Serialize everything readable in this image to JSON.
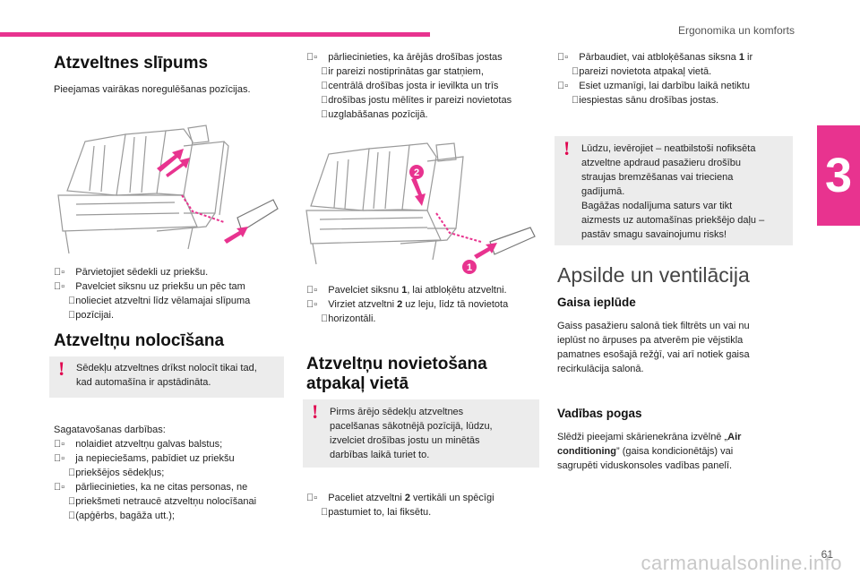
{
  "header": {
    "section_title": "Ergonomika un komforts",
    "chapter": "3",
    "page_number": "61"
  },
  "watermark": "carmanualsonline.info",
  "col1": {
    "title1": "Atzveltnes slīpums",
    "intro": "Pieejamas vairākas noregulēšanas pozīcijas.",
    "bullets1": [
      "Pārvietojiet sēdekli uz priekšu.",
      "Pavelciet siksnu uz priekšu un pēc tam",
      "nolieciet atzveltni līdz vēlamajai slīpuma",
      "pozīcijai."
    ],
    "title2": "Atzveltņu nolocīšana",
    "warning": [
      "Sēdekļu atzveltnes drīkst nolocīt tikai tad,",
      "kad automašīna ir apstādināta."
    ],
    "prep_label": "Sagatavošanas darbības:",
    "prep": [
      "nolaidiet atzveltņu galvas balstus;",
      "ja nepieciešams, pabīdiet uz priekšu",
      "priekšējos sēdekļus;",
      "pārliecinieties, ka ne citas personas, ne",
      "priekšmeti netraucē atzveltņu nolocīšanai",
      "(apģērbs, bagāža utt.);"
    ]
  },
  "col2": {
    "top_bullet": [
      "pārliecinieties, ka ārējās drošības jostas",
      "ir pareizi nostiprinātas gar statņiem,",
      "centrālā drošības josta ir ievilkta un trīs",
      "drošības jostu mēlītes ir pareizi novietotas",
      "uzglabāšanas pozīcijā."
    ],
    "callout_1": "1",
    "callout_2": "2",
    "bullets": [
      [
        "Pavelciet siksnu ",
        "1",
        ", lai atbloķētu atzveltni."
      ],
      [
        "Virziet atzveltni ",
        "2",
        " uz leju, līdz tā novietota"
      ]
    ],
    "bullet2_cont": "horizontāli.",
    "title": [
      "Atzveltņu novietošana",
      "atpakaļ vietā"
    ],
    "warning": [
      "Pirms ārējo sēdekļu atzveltnes",
      "pacelšanas sākotnējā pozīcijā, lūdzu,",
      "izvelciet drošības jostu un minētās",
      "darbības laikā turiet to."
    ],
    "last_bullet": [
      "Paceliet atzveltni ",
      "2",
      " vertikāli un spēcīgi"
    ],
    "last_bullet_cont": "pastumiet to, lai fiksētu."
  },
  "col3": {
    "b1": [
      "Pārbaudiet, vai atbloķēšanas siksna ",
      "1",
      " ir"
    ],
    "b1_cont": "pareizi novietota atpakaļ vietā.",
    "b2": "Esiet uzmanīgi, lai darbību laikā netiktu",
    "b2_cont": "iespiestas sānu drošības jostas.",
    "warning": [
      "Lūdzu, ievērojiet – neatbilstoši nofiksēta",
      "atzveltne apdraud pasažieru drošību",
      "straujas bremzēšanas vai trieciena",
      "gadījumā.",
      "Bagāžas nodalījuma saturs var tikt",
      "aizmests uz automašīnas priekšējo daļu –",
      "pastāv smagu savainojumu risks!"
    ],
    "title": "Apsilde un ventilācija",
    "sub1": "Gaisa ieplūde",
    "p1": [
      "Gaiss pasažieru salonā tiek filtrēts un vai nu",
      "ieplūst no ārpuses pa atverēm pie vējstikla",
      "pamatnes esošajā režģī, vai arī notiek gaisa",
      "recirkulācija salonā."
    ],
    "sub2": "Vadības pogas",
    "p2": [
      "Slēdži pieejami skārienekrāna izvēlnē „",
      "Air",
      "conditioning",
      "” (gaisa kondicionētājs) vai",
      "sagrupēti viduskonsoles vadības panelī."
    ]
  },
  "colors": {
    "accent": "#e8338f",
    "warning_mark": "#e0004d",
    "note_bg": "#ececec"
  }
}
